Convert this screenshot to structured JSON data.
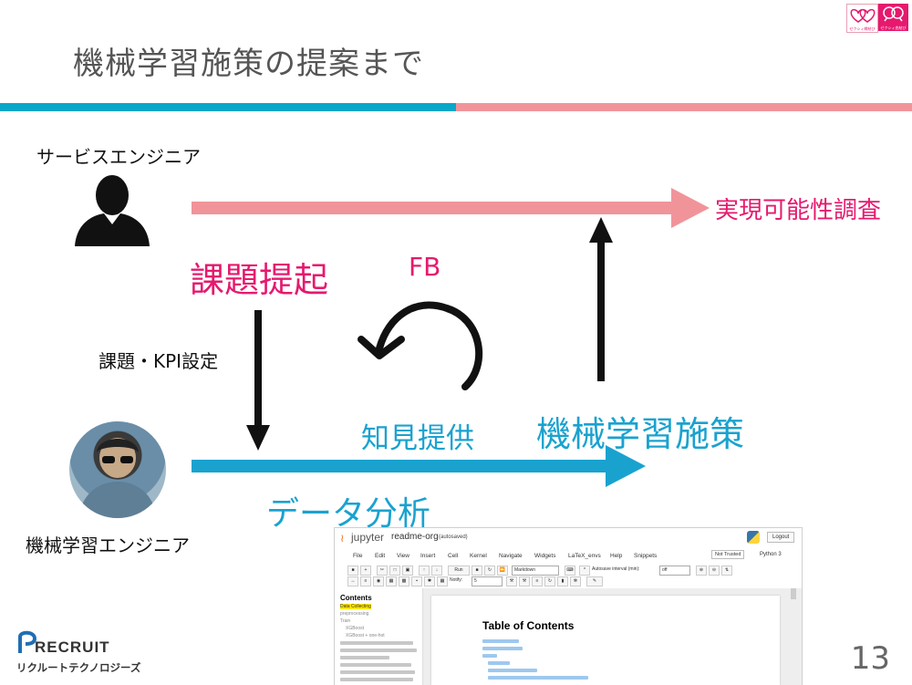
{
  "slide": {
    "title": "機械学習施策の提案まで",
    "page_number": "13"
  },
  "logos": {
    "recruit_word": "RECRUIT",
    "recruit_sub": "リクルートテクノロジーズ",
    "badge_1_text": "ゼクシィ縁結び",
    "badge_2_text": "ゼクシィ恋結び"
  },
  "roles": {
    "service_engineer": "サービスエンジニア",
    "ml_engineer": "機械学習エンジニア"
  },
  "labels": {
    "issue_raising": "課題提起",
    "feedback": "FB",
    "kpi_setting": "課題・KPI設定",
    "knowledge": "知見提供",
    "ml_measures": "機械学習施策",
    "data_analysis": "データ分析",
    "feasibility": "実現可能性調査"
  },
  "colors": {
    "pink_arrow": "#f0949a",
    "blue_arrow": "#1aa2cf",
    "magenta_text": "#e6196e",
    "blue_text": "#1aa2cf",
    "bar_blue": "#0aa7c8",
    "bar_pink": "#f0949a"
  },
  "jupyter": {
    "brand": "jupyter",
    "notebook_name": "readme-org",
    "autosave": "(autosaved)",
    "logout": "Logout",
    "trusted": "Not Trusted",
    "kernel": "Python 3",
    "menu": [
      "File",
      "Edit",
      "View",
      "Insert",
      "Cell",
      "Kernel",
      "Navigate",
      "Widgets",
      "LaTeX_envs",
      "Help",
      "Snippets"
    ],
    "run": "Run",
    "cell_type": "Markdown",
    "autosave_interval_label": "Autosave interval (min):",
    "autosave_interval_value": "off",
    "notify_label": "Notify:",
    "notify_value": "5",
    "sidebar_title": "Contents",
    "sidebar_item_1": "Data Collecting",
    "sidebar_item_2": "preprocessing",
    "sidebar_item_3": "Train",
    "sidebar_item_4": "XGBoost",
    "sidebar_item_5": "XGBoost + one-hot",
    "main_heading": "Table of Contents"
  }
}
